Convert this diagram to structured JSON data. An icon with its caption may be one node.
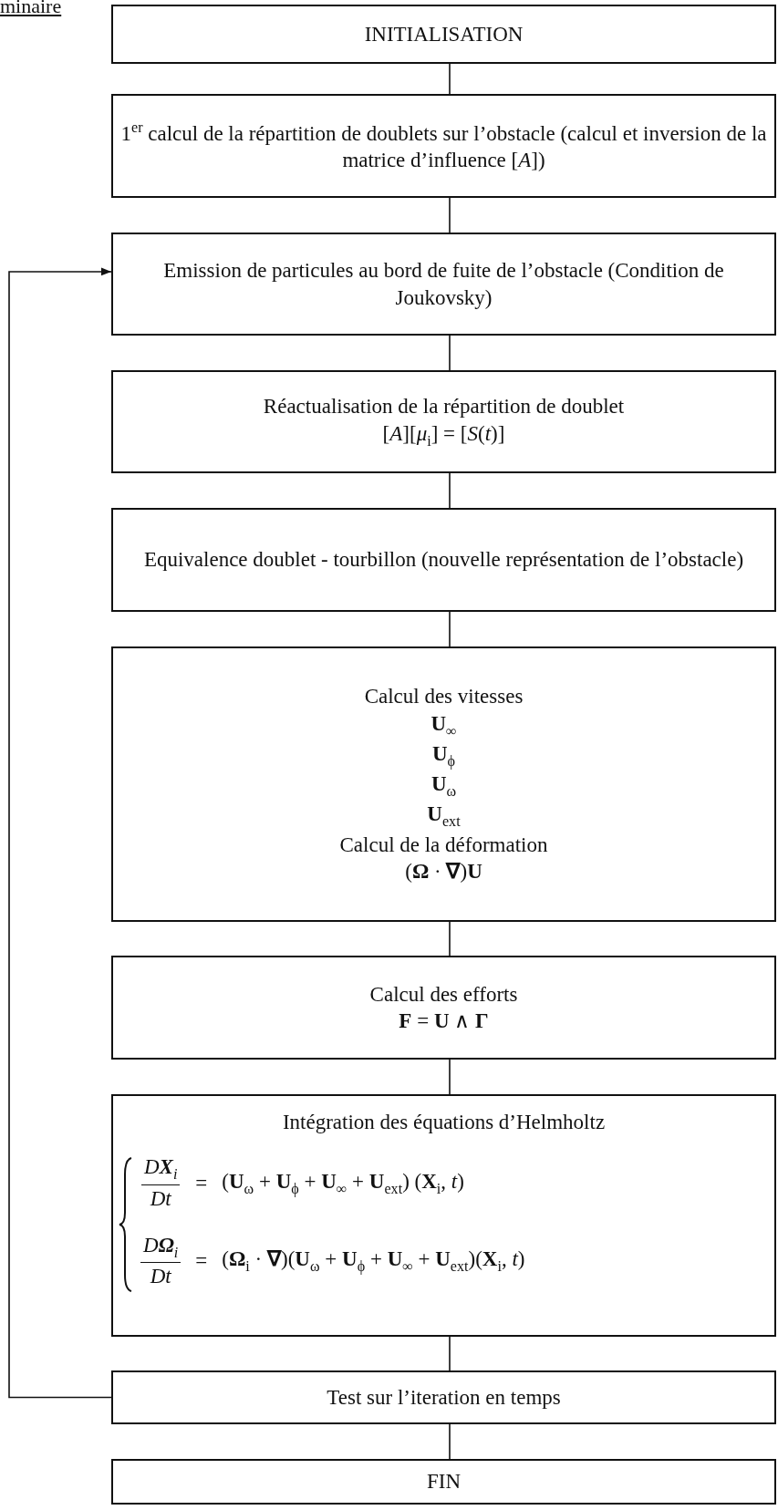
{
  "diagram": {
    "nodes": [
      {
        "text": [
          "INITIALISATION"
        ]
      },
      {
        "text": [
          "1$^{er}$ calcul de la répartition de doublets sur l’obstacle (calcul et inversion de la matrice d’influence [*A*])"
        ]
      },
      {
        "text": [
          "Emission de particules au bord de fuite de l’obstacle (Condition de Joukovsky)"
        ]
      },
      {
        "text": [
          "Réactualisation de la répartition de doublet",
          "[*A*][*μ*$_{i}$] = [*S*(*t*)]"
        ]
      },
      {
        "text": [
          "Equivalence doublet - tourbillon (nouvelle représentation de l’obstacle)"
        ]
      },
      {
        "text": [
          "Calcul des vitesses",
          "**U**$_{∞}$",
          "**U**$_{ϕ}$",
          "**U**$_{ω}$",
          "**U**$_{ext}$",
          "Calcul de la déformation",
          "(**Ω** · **∇**)**U**"
        ]
      },
      {
        "text": [
          "Calcul des efforts",
          "**F** = **U** ∧ **Γ**"
        ]
      },
      {
        "text": [
          "Intégration des équations d’Helmholtz",
          "D**X**$_{i}$",
          "*Dt*",
          "=",
          "(**U**$_{ω}$ + **U**$_{ϕ}$ + **U**$_{∞}$ + **U**$_{ext}$) (**X**$_{i}$, *t*)",
          "D**Ω**$_{i}$",
          "*Dt*",
          "=",
          "(**Ω**$_{i}$ · **∇**)(**U**$_{ω}$ + **U**$_{ϕ}$ + **U**$_{∞}$ + **U**$_{ext}$)(**X**$_{i}$, *t*)"
        ]
      },
      {
        "text": [
          "Test sur l’iteration en temps"
        ]
      },
      {
        "text": [
          "FIN"
        ]
      }
    ],
    "edges": [
      {
        "from": 0,
        "to": 1,
        "arrow": "none"
      },
      {
        "from": 1,
        "to": 2,
        "arrow": "none"
      },
      {
        "from": 2,
        "to": 3,
        "arrow": "none"
      },
      {
        "from": 3,
        "to": 4,
        "arrow": "none"
      },
      {
        "from": 4,
        "to": 5,
        "arrow": "none"
      },
      {
        "from": 5,
        "to": 6,
        "arrow": "none"
      },
      {
        "from": 6,
        "to": 7,
        "arrow": "none"
      },
      {
        "from": 7,
        "to": 8,
        "arrow": "none"
      },
      {
        "from": 8,
        "to": 9,
        "arrow": "none"
      },
      {
        "from": 8,
        "to": 2,
        "arrow": "to"
      }
    ],
    "labels": [
      "minaire"
    ]
  }
}
